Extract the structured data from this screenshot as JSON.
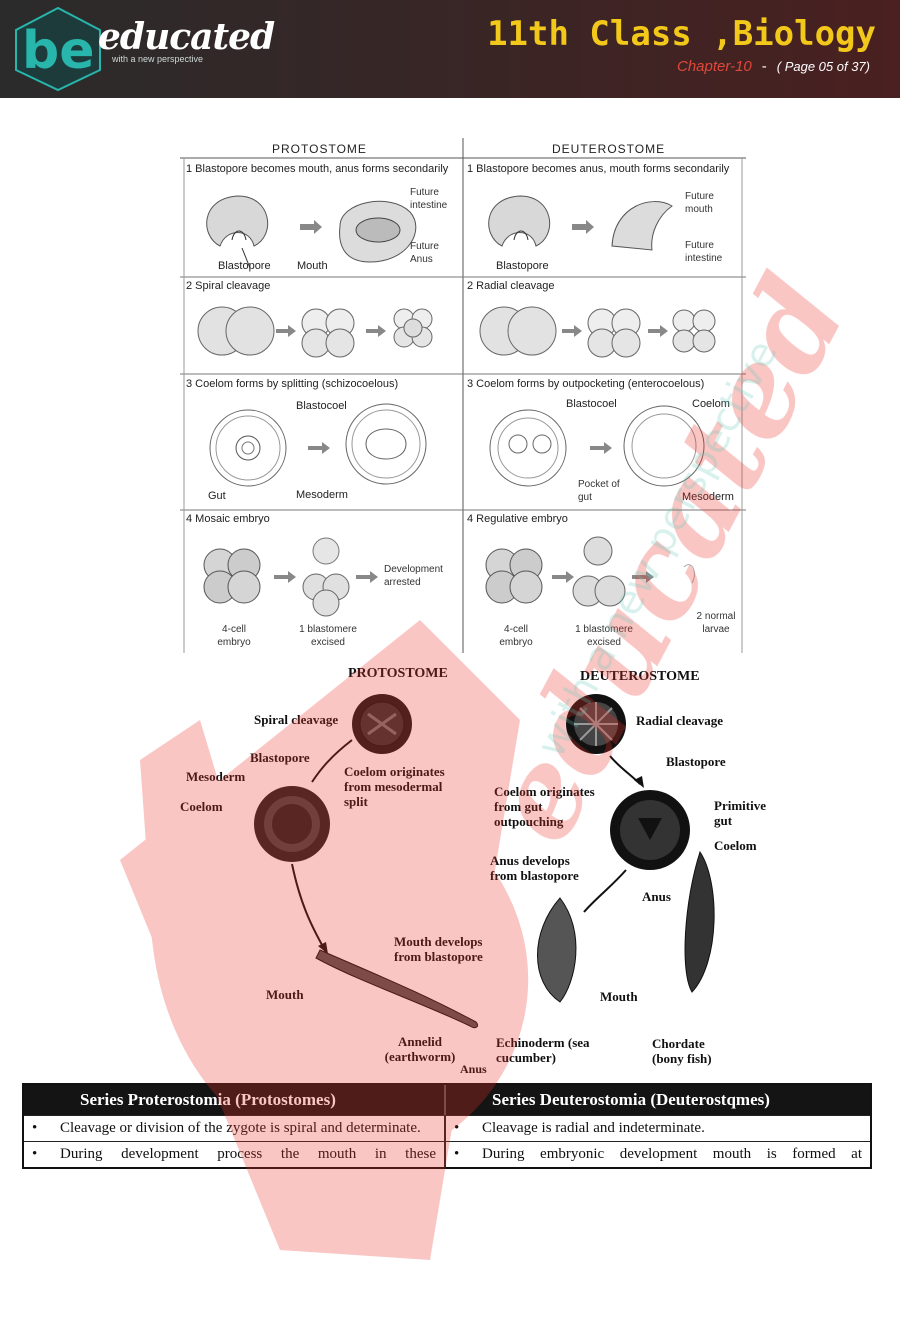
{
  "header": {
    "logo_text": "educated",
    "logo_letters": "be",
    "logo_tagline": "with a new perspective",
    "title": "11th Class ,Biology",
    "chapter": "Chapter-10",
    "dash": "-",
    "page": "( Page 05 of 37)",
    "colors": {
      "bar": "#2b2b2b",
      "title": "#f2c81a",
      "chapter": "#e0483b",
      "logo": "#27b5ac"
    }
  },
  "figure": {
    "col_protostome": "PROTOSTOME",
    "col_deuterostome": "DEUTEROSTOME",
    "rows": [
      {
        "p_title": "1 Blastopore becomes mouth, anus forms secondarily",
        "d_title": "1 Blastopore becomes anus, mouth forms secondarily",
        "p_labels": [
          "Blastopore",
          "Mouth",
          "Future intestine",
          "Future Anus"
        ],
        "d_labels": [
          "Blastopore",
          "Future mouth",
          "Future intestine"
        ]
      },
      {
        "p_title": "2 Spiral cleavage",
        "d_title": "2 Radial cleavage"
      },
      {
        "p_title": "3 Coelom forms by splitting (schizocoelous)",
        "d_title": "3 Coelom forms by outpocketing (enterocoelous)",
        "p_labels": [
          "Blastocoel",
          "Gut",
          "Mesoderm"
        ],
        "d_labels": [
          "Blastocoel",
          "Coelom",
          "Pocket of gut",
          "Mesoderm"
        ]
      },
      {
        "p_title": "4 Mosaic embryo",
        "d_title": "4 Regulative embryo",
        "p_labels": [
          "Development arrested",
          "4-cell embryo",
          "1 blastomere excised"
        ],
        "d_labels": [
          "4-cell embryo",
          "1 blastomere excised",
          "2 normal larvae"
        ]
      }
    ]
  },
  "bottom_diagram": {
    "protostome_title": "PROTOSTOME",
    "deuterostome_title": "DEUTEROSTOME",
    "p_labels": {
      "spiral": "Spiral cleavage",
      "blastopore": "Blastopore",
      "mesoderm": "Mesoderm",
      "coelom": "Coelom",
      "coelom_origin": "Coelom originates from mesodermal split",
      "mouth_develops": "Mouth develops from blastopore",
      "mouth": "Mouth",
      "annelid": "Annelid (earthworm)",
      "anus": "Anus"
    },
    "d_labels": {
      "radial": "Radial cleavage",
      "blastopore": "Blastopore",
      "coelom_origin": "Coelom originates from gut outpouching",
      "primitive_gut": "Primitive gut",
      "coelom": "Coelom",
      "anus_develops": "Anus develops from blastopore",
      "anus": "Anus",
      "mouth": "Mouth",
      "echinoderm": "Echinoderm (sea cucumber)",
      "chordate": "Chordate (bony fish)"
    }
  },
  "table": {
    "head_left": "Series Proterostomia (Protostomes)",
    "head_right": "Series Deuterostomia (Deuterostqmes)",
    "bullet": "•",
    "rows": [
      {
        "left": "Cleavage or division of the zygote is spiral and determinate.",
        "right": "Cleavage is radial and indeterminate."
      },
      {
        "left": "During development process the mouth in these",
        "right": "During embryonic development mouth is formed at"
      }
    ]
  },
  "watermark": {
    "text": "educated",
    "tagline": "with a new perspective",
    "color": "#e8322c"
  }
}
